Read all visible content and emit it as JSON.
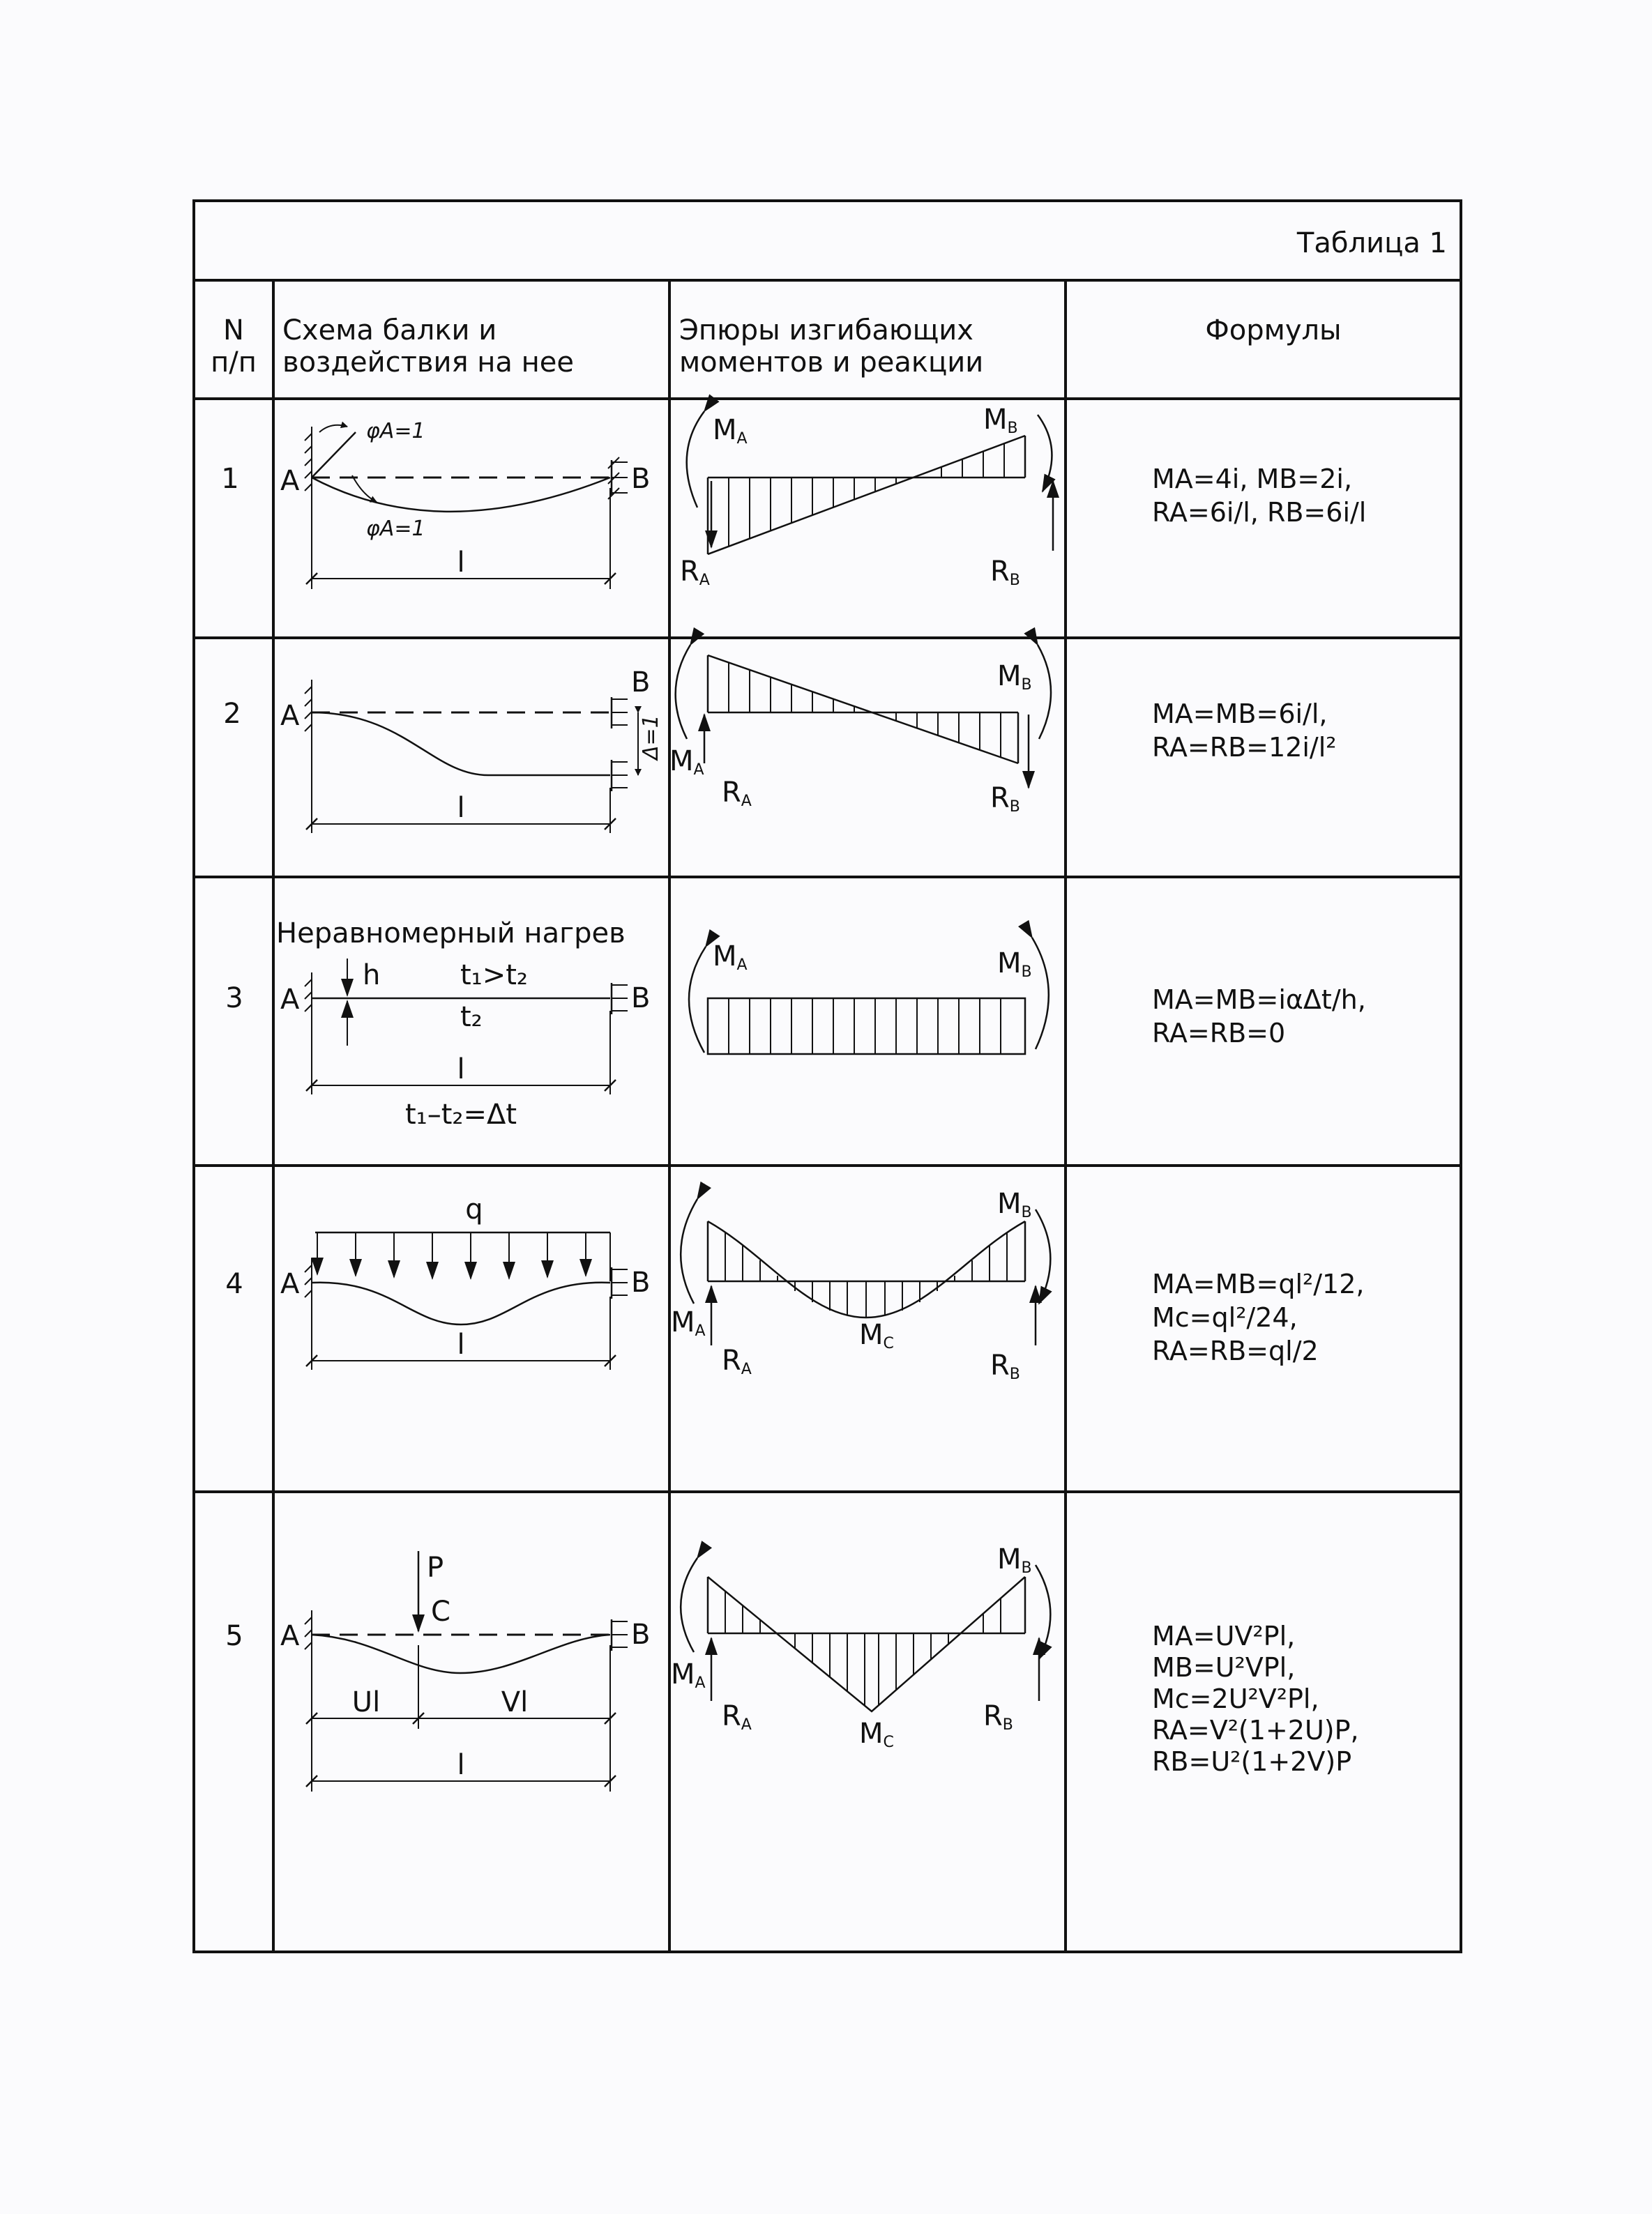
{
  "title": "Таблица 1",
  "columns": {
    "num": [
      "N",
      "п/п"
    ],
    "scheme": [
      "Схема балки и",
      "воздействия на нее"
    ],
    "diagrams": [
      "Эпюры изгибающих",
      "моментов и реакции"
    ],
    "formulas": "Формулы"
  },
  "rows": [
    {
      "num": "1",
      "formulas": [
        "MA=4i, MB=2i,",
        "RA=6i/l, RB=6i/l"
      ],
      "scheme_labels": {
        "A": "A",
        "B": "B",
        "phi_top": "φA=1",
        "phi_bottom": "φA=1",
        "span": "l"
      },
      "diagram_labels": {
        "MA": "M",
        "MA_sub": "A",
        "MB": "M",
        "MB_sub": "B",
        "RA": "R",
        "RA_sub": "A",
        "RB": "R",
        "RB_sub": "B"
      }
    },
    {
      "num": "2",
      "formulas": [
        "MA=MB=6i/l,",
        "RA=RB=12i/l²"
      ],
      "scheme_labels": {
        "A": "A",
        "B": "B",
        "delta": "Δ=1",
        "span": "l"
      },
      "diagram_labels": {
        "MA": "M",
        "MA_sub": "A",
        "MB": "M",
        "MB_sub": "B",
        "RA": "R",
        "RA_sub": "A",
        "RB": "R",
        "RB_sub": "B"
      }
    },
    {
      "num": "3",
      "formulas": [
        "MA=MB=iαΔt/h,",
        "RA=RB=0"
      ],
      "scheme_labels": {
        "heading": "Неравномерный нагрев",
        "A": "A",
        "B": "B",
        "h": "h",
        "t1t2": "t₁>t₂",
        "t2": "t₂",
        "span": "l",
        "delta_t": "t₁–t₂=Δt"
      },
      "diagram_labels": {
        "MA": "M",
        "MA_sub": "A",
        "MB": "M",
        "MB_sub": "B"
      }
    },
    {
      "num": "4",
      "formulas": [
        "MA=MB=ql²/12,",
        "Mc=ql²/24,",
        "RA=RB=ql/2"
      ],
      "scheme_labels": {
        "A": "A",
        "B": "B",
        "q": "q",
        "span": "l"
      },
      "diagram_labels": {
        "MA": "M",
        "MA_sub": "A",
        "MB": "M",
        "MB_sub": "B",
        "MC": "M",
        "MC_sub": "C",
        "RA": "R",
        "RA_sub": "A",
        "RB": "R",
        "RB_sub": "B"
      }
    },
    {
      "num": "5",
      "formulas": [
        "MA=UV²Pl,",
        "MB=U²VPl,",
        "Mc=2U²V²Pl,",
        "RA=V²(1+2U)P,",
        "RB=U²(1+2V)P"
      ],
      "scheme_labels": {
        "A": "A",
        "B": "B",
        "P": "P",
        "C": "C",
        "Ul": "Ul",
        "Vl": "Vl",
        "span": "l"
      },
      "diagram_labels": {
        "MA": "M",
        "MA_sub": "A",
        "MB": "M",
        "MB_sub": "B",
        "MC": "M",
        "MC_sub": "C",
        "RA": "R",
        "RA_sub": "A",
        "RB": "R",
        "RB_sub": "B"
      }
    }
  ]
}
